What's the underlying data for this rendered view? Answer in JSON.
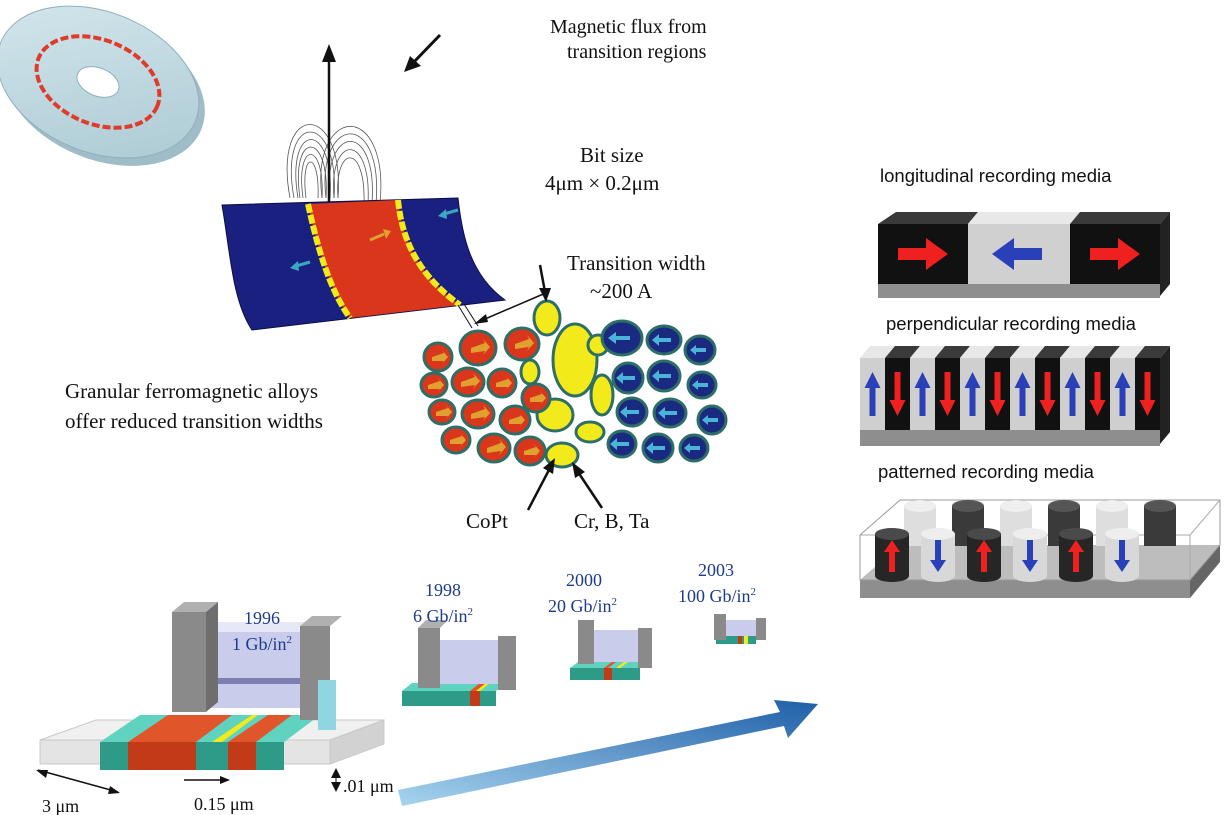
{
  "labels": {
    "magnetic_flux_1": "Magnetic flux from",
    "magnetic_flux_2": "transition regions",
    "bit_size_1": "Bit size",
    "bit_size_2": "4μm × 0.2μm",
    "transition_width_1": "Transition  width",
    "transition_width_2": "~200 A",
    "granular_1": "Granular ferromagnetic alloys",
    "granular_2": "offer reduced transition widths",
    "copt": "CoPt",
    "crbta": "Cr, B, Ta"
  },
  "media": {
    "longitudinal": "longitudinal recording media",
    "perpendicular": "perpendicular recording media",
    "patterned": "patterned recording media"
  },
  "heads": [
    {
      "year": "1996",
      "density_value": "1 Gb/in",
      "sup": "2"
    },
    {
      "year": "1998",
      "density_value": "6 Gb/in",
      "sup": "2"
    },
    {
      "year": "2000",
      "density_value": "20 Gb/in",
      "sup": "2"
    },
    {
      "year": "2003",
      "density_value": "100 Gb/in",
      "sup": "2"
    }
  ],
  "dimensions": {
    "width_3um": "3 μm",
    "width_015um": "0.15 μm",
    "thickness_001um": ".01 μm"
  },
  "colors": {
    "red": "#d9361c",
    "yellow": "#f2ea1a",
    "navy": "#1a2a80",
    "teal": "#2e8a7a",
    "blue_text": "#1e3a8a"
  }
}
